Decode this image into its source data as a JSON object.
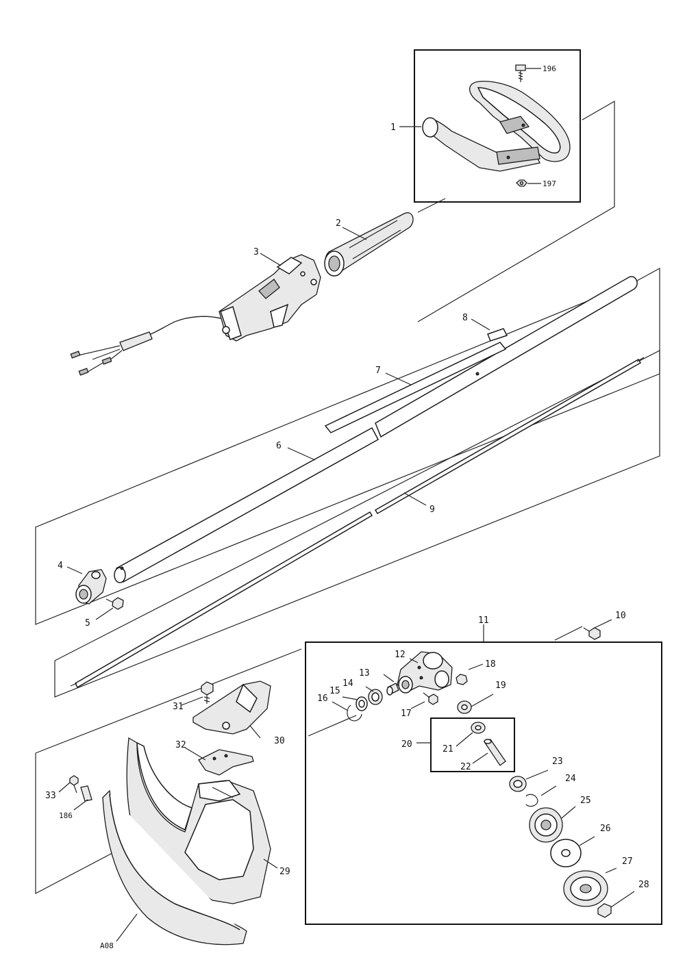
{
  "callouts": {
    "c1": "1",
    "c2": "2",
    "c3": "3",
    "c4": "4",
    "c5": "5",
    "c6": "6",
    "c7": "7",
    "c8": "8",
    "c9": "9",
    "c10": "10",
    "c11": "11",
    "c12": "12",
    "c13": "13",
    "c14": "14",
    "c15": "15",
    "c16": "16",
    "c17": "17",
    "c18": "18",
    "c19": "19",
    "c20": "20",
    "c21": "21",
    "c22": "22",
    "c23": "23",
    "c24": "24",
    "c25": "25",
    "c26": "26",
    "c27": "27",
    "c28": "28",
    "c29": "29",
    "c30": "30",
    "c31": "31",
    "c32": "32",
    "c33": "33",
    "c186": "186",
    "c196": "196",
    "c197": "197",
    "cA08": "A08"
  }
}
